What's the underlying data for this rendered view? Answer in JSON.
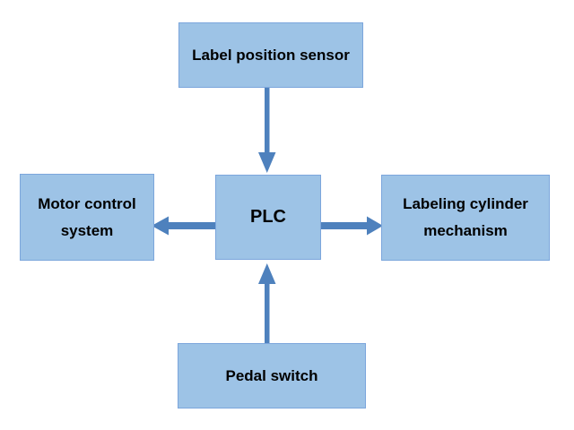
{
  "diagram": {
    "type": "block-diagram",
    "description": "PLC control system block diagram with four peripherals connected to a central PLC",
    "nodes": [
      {
        "id": "sensor",
        "label": "Label position sensor"
      },
      {
        "id": "motor",
        "label": "Motor control system"
      },
      {
        "id": "plc",
        "label": "PLC"
      },
      {
        "id": "cylinder",
        "label": "Labeling cylinder mechanism"
      },
      {
        "id": "pedal",
        "label": "Pedal switch"
      }
    ],
    "edges": [
      {
        "from": "sensor",
        "to": "plc",
        "direction": "down",
        "name": "arrow-sensor-to-plc"
      },
      {
        "from": "plc",
        "to": "motor",
        "direction": "left",
        "name": "arrow-plc-to-motor"
      },
      {
        "from": "plc",
        "to": "cylinder",
        "direction": "right",
        "name": "arrow-plc-to-cylinder"
      },
      {
        "from": "pedal",
        "to": "plc",
        "direction": "up",
        "name": "arrow-pedal-to-plc"
      }
    ]
  },
  "colors": {
    "background": "#FFFFFF",
    "node_fill": "#9DC3E6",
    "node_border": "#7CA6DC",
    "arrow": "#4E81BD",
    "label_text": "#000000"
  }
}
